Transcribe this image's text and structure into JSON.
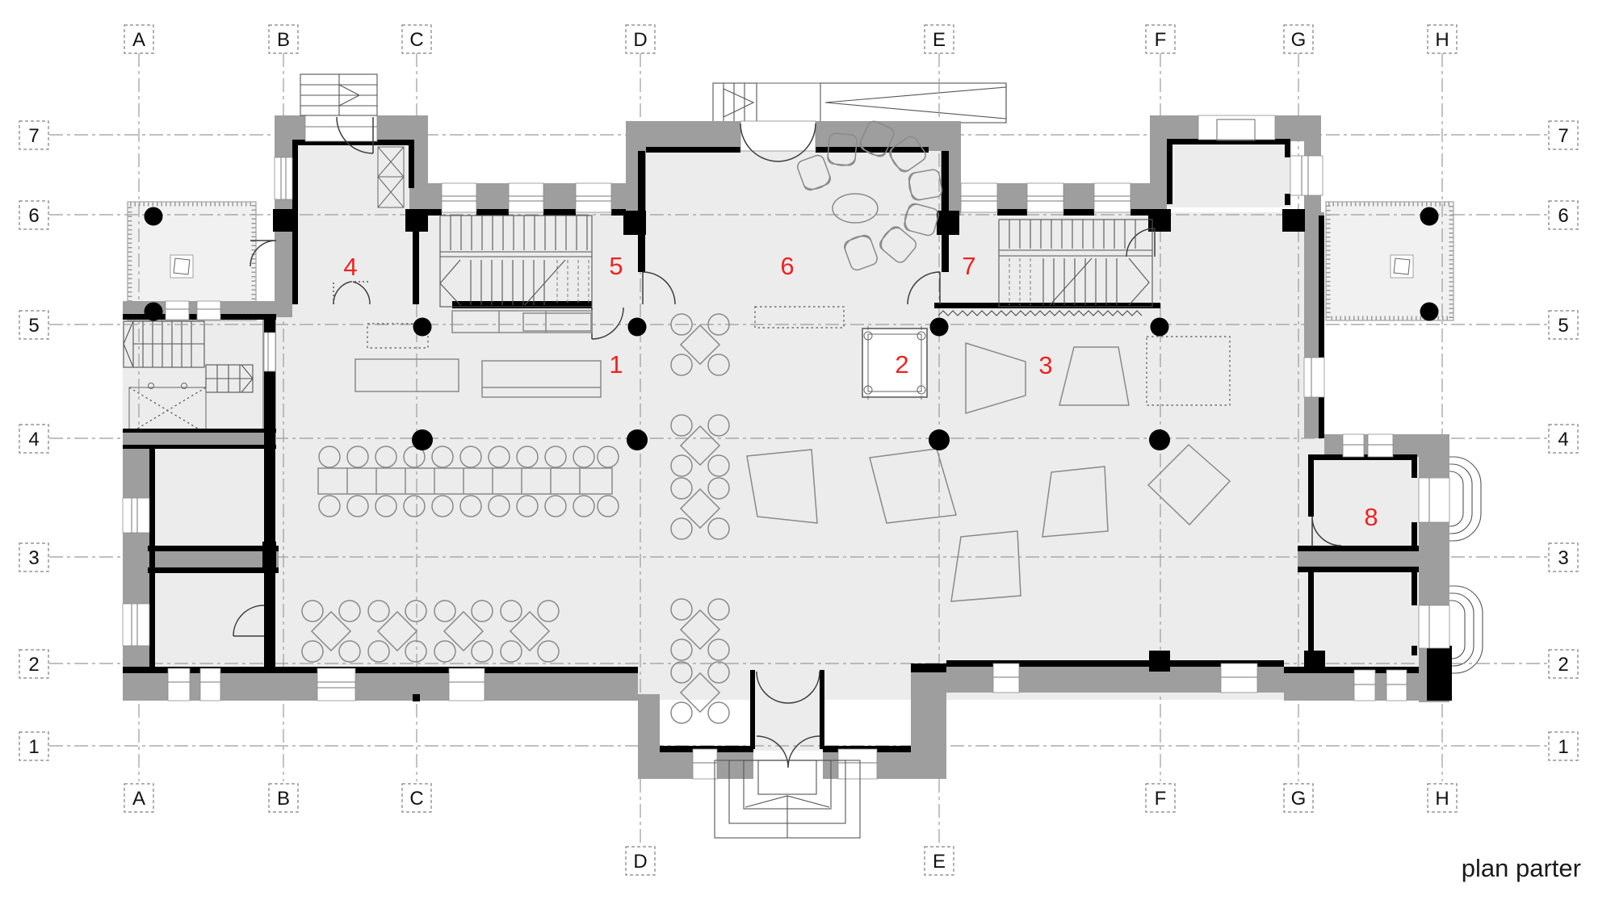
{
  "title": "plan parter",
  "colors": {
    "accent_red": "#ee2222",
    "wall_gray": "#9e9e9e",
    "wall_black": "#000000",
    "floor_gray": "#ececec",
    "grid_line": "#9b9b9b",
    "background": "#ffffff"
  },
  "grid": {
    "cols": [
      {
        "label": "A"
      },
      {
        "label": "B"
      },
      {
        "label": "C"
      },
      {
        "label": "D"
      },
      {
        "label": "E"
      },
      {
        "label": "F"
      },
      {
        "label": "G"
      },
      {
        "label": "H"
      }
    ],
    "rows": [
      {
        "label": "7"
      },
      {
        "label": "6"
      },
      {
        "label": "5"
      },
      {
        "label": "4"
      },
      {
        "label": "3"
      },
      {
        "label": "2"
      },
      {
        "label": "1"
      }
    ]
  },
  "rooms": [
    {
      "number": "1"
    },
    {
      "number": "2"
    },
    {
      "number": "3"
    },
    {
      "number": "4"
    },
    {
      "number": "5"
    },
    {
      "number": "6"
    },
    {
      "number": "7"
    },
    {
      "number": "8"
    }
  ]
}
